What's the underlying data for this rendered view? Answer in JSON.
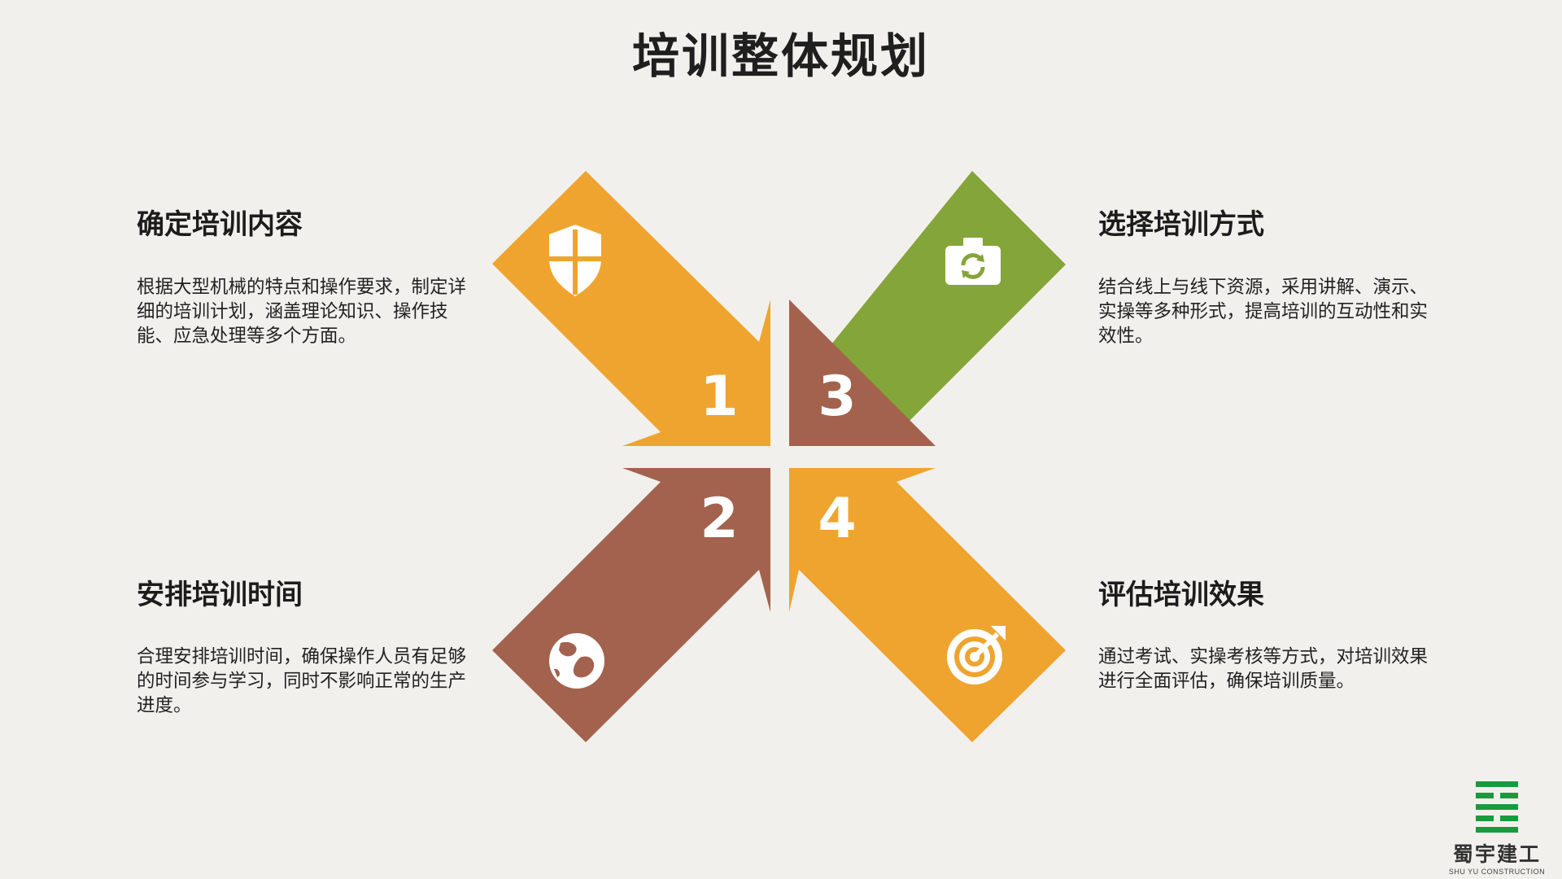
{
  "title": "培训整体规划",
  "colors": {
    "accent": "#efa42f",
    "brown": "#a3624d",
    "green": "#84a53a",
    "logo_green": "#1a9a3e",
    "background": "#f2f0ec"
  },
  "quadrants": [
    {
      "number": "1",
      "heading": "确定培训内容",
      "text": "根据大型机械的特点和操作要求，制定详细的培训计划，涵盖理论知识、操作技能、应急处理等多个方面。",
      "icon": "shield-icon",
      "color": "#efa42f"
    },
    {
      "number": "2",
      "heading": "安排培训时间",
      "text": "合理安排培训时间，确保操作人员有足够的时间参与学习，同时不影响正常的生产进度。",
      "icon": "globe-icon",
      "color": "#a3624d"
    },
    {
      "number": "3",
      "heading": "选择培训方式",
      "text": "结合线上与线下资源，采用讲解、演示、实操等多种形式，提高培训的互动性和实效性。",
      "icon": "camera-icon",
      "color": "#84a53a"
    },
    {
      "number": "4",
      "heading": "评估培训效果",
      "text": "通过考试、实操考核等方式，对培训效果进行全面评估，确保培训质量。",
      "icon": "target-icon",
      "color": "#efa42f"
    }
  ],
  "logo": {
    "name": "蜀宇建工",
    "subtitle": "SHU YU CONSTRUCTION"
  }
}
